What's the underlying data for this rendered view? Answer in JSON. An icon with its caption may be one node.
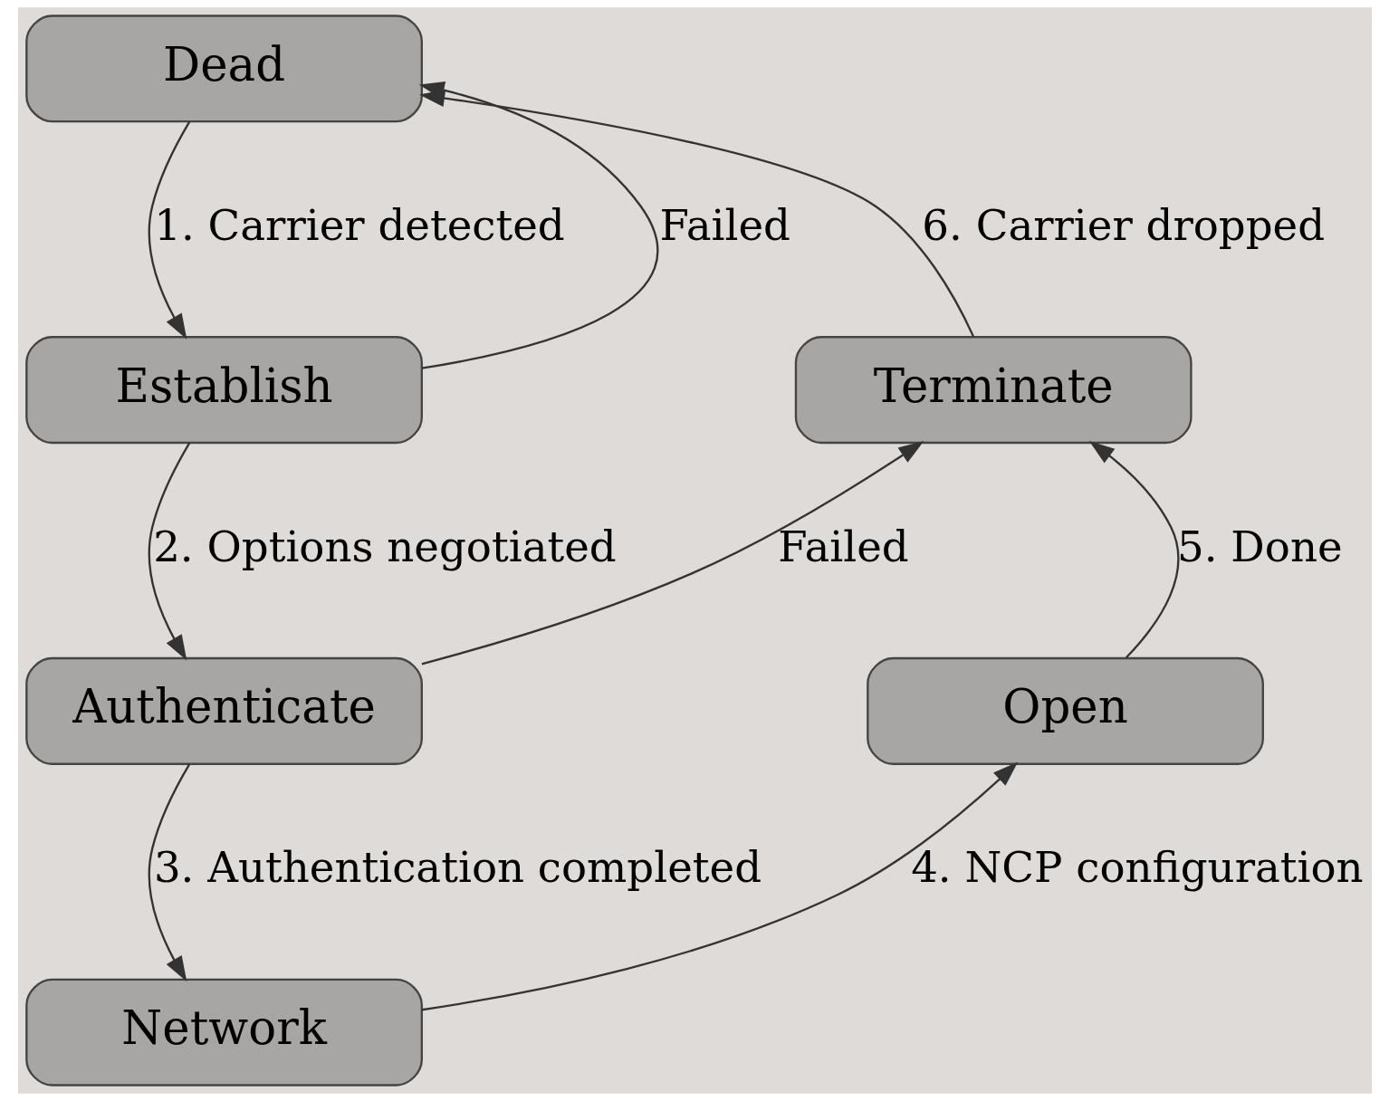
{
  "diagram": {
    "nodes": [
      {
        "text": [
          "Dead"
        ]
      },
      {
        "text": [
          "Establish"
        ]
      },
      {
        "text": [
          "Authenticate"
        ]
      },
      {
        "text": [
          "Network"
        ]
      },
      {
        "text": [
          "Open"
        ]
      },
      {
        "text": [
          "Terminate"
        ]
      }
    ],
    "edges": [
      {
        "from": 0,
        "to": 1,
        "arrow": "to",
        "label": "1. Carrier detected"
      },
      {
        "from": 1,
        "to": 2,
        "arrow": "to",
        "label": "2. Options negotiated"
      },
      {
        "from": 2,
        "to": 3,
        "arrow": "to",
        "label": "3. Authentication completed"
      },
      {
        "from": 3,
        "to": 4,
        "arrow": "to",
        "label": "4. NCP configuration"
      },
      {
        "from": 4,
        "to": 5,
        "arrow": "to",
        "label": "5. Done"
      },
      {
        "from": 5,
        "to": 0,
        "arrow": "to",
        "label": "6. Carrier dropped"
      },
      {
        "from": 1,
        "to": 0,
        "arrow": "to",
        "label": "Failed"
      },
      {
        "from": 2,
        "to": 5,
        "arrow": "to",
        "label": "Failed"
      }
    ]
  }
}
